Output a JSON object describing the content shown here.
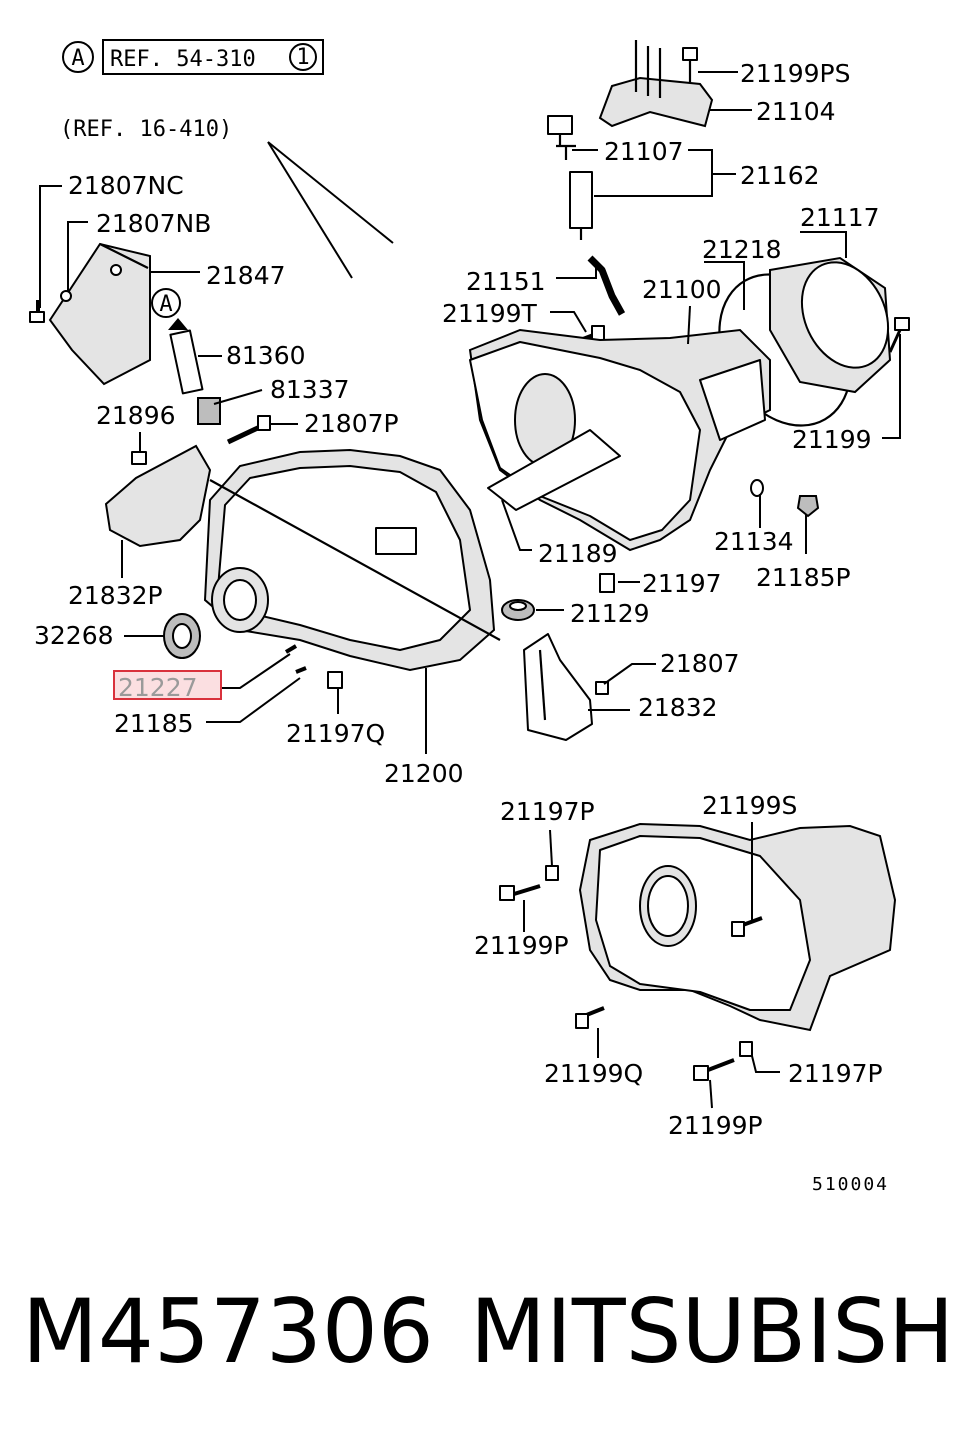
{
  "header": {
    "ref_marker": "A",
    "ref_main": "REF. 54-310",
    "ref_main_circled": "1",
    "ref_sub": "(REF. 16-410)"
  },
  "markers": {
    "a_marker": "A"
  },
  "callouts": {
    "c21199PS": "21199PS",
    "c21104": "21104",
    "c21107": "21107",
    "c21162": "21162",
    "c21117": "21117",
    "c21218": "21218",
    "c21151": "21151",
    "c21100": "21100",
    "c21199T": "21199T",
    "c21199": "21199",
    "c21134": "21134",
    "c21185P": "21185P",
    "c21189": "21189",
    "c21197": "21197",
    "c21129": "21129",
    "c21807": "21807",
    "c21832": "21832",
    "c21807NC": "21807NC",
    "c21807NB": "21807NB",
    "c21847": "21847",
    "c81360": "81360",
    "c81337": "81337",
    "c21896": "21896",
    "c21807P": "21807P",
    "c21832P": "21832P",
    "c32268": "32268",
    "c21227": "21227",
    "c21185": "21185",
    "c21197Q": "21197Q",
    "c21200": "21200",
    "c21197P_top": "21197P",
    "c21199S": "21199S",
    "c21199P_top": "21199P",
    "c21199Q": "21199Q",
    "c21197P_bot": "21197P",
    "c21199P_bot": "21199P"
  },
  "diagram_code": "510004",
  "footer": {
    "part_number": "M457306",
    "brand": "MITSUBISHI"
  },
  "colors": {
    "highlight_fill": "#f7c5c8",
    "highlight_stroke": "#d9313c"
  }
}
